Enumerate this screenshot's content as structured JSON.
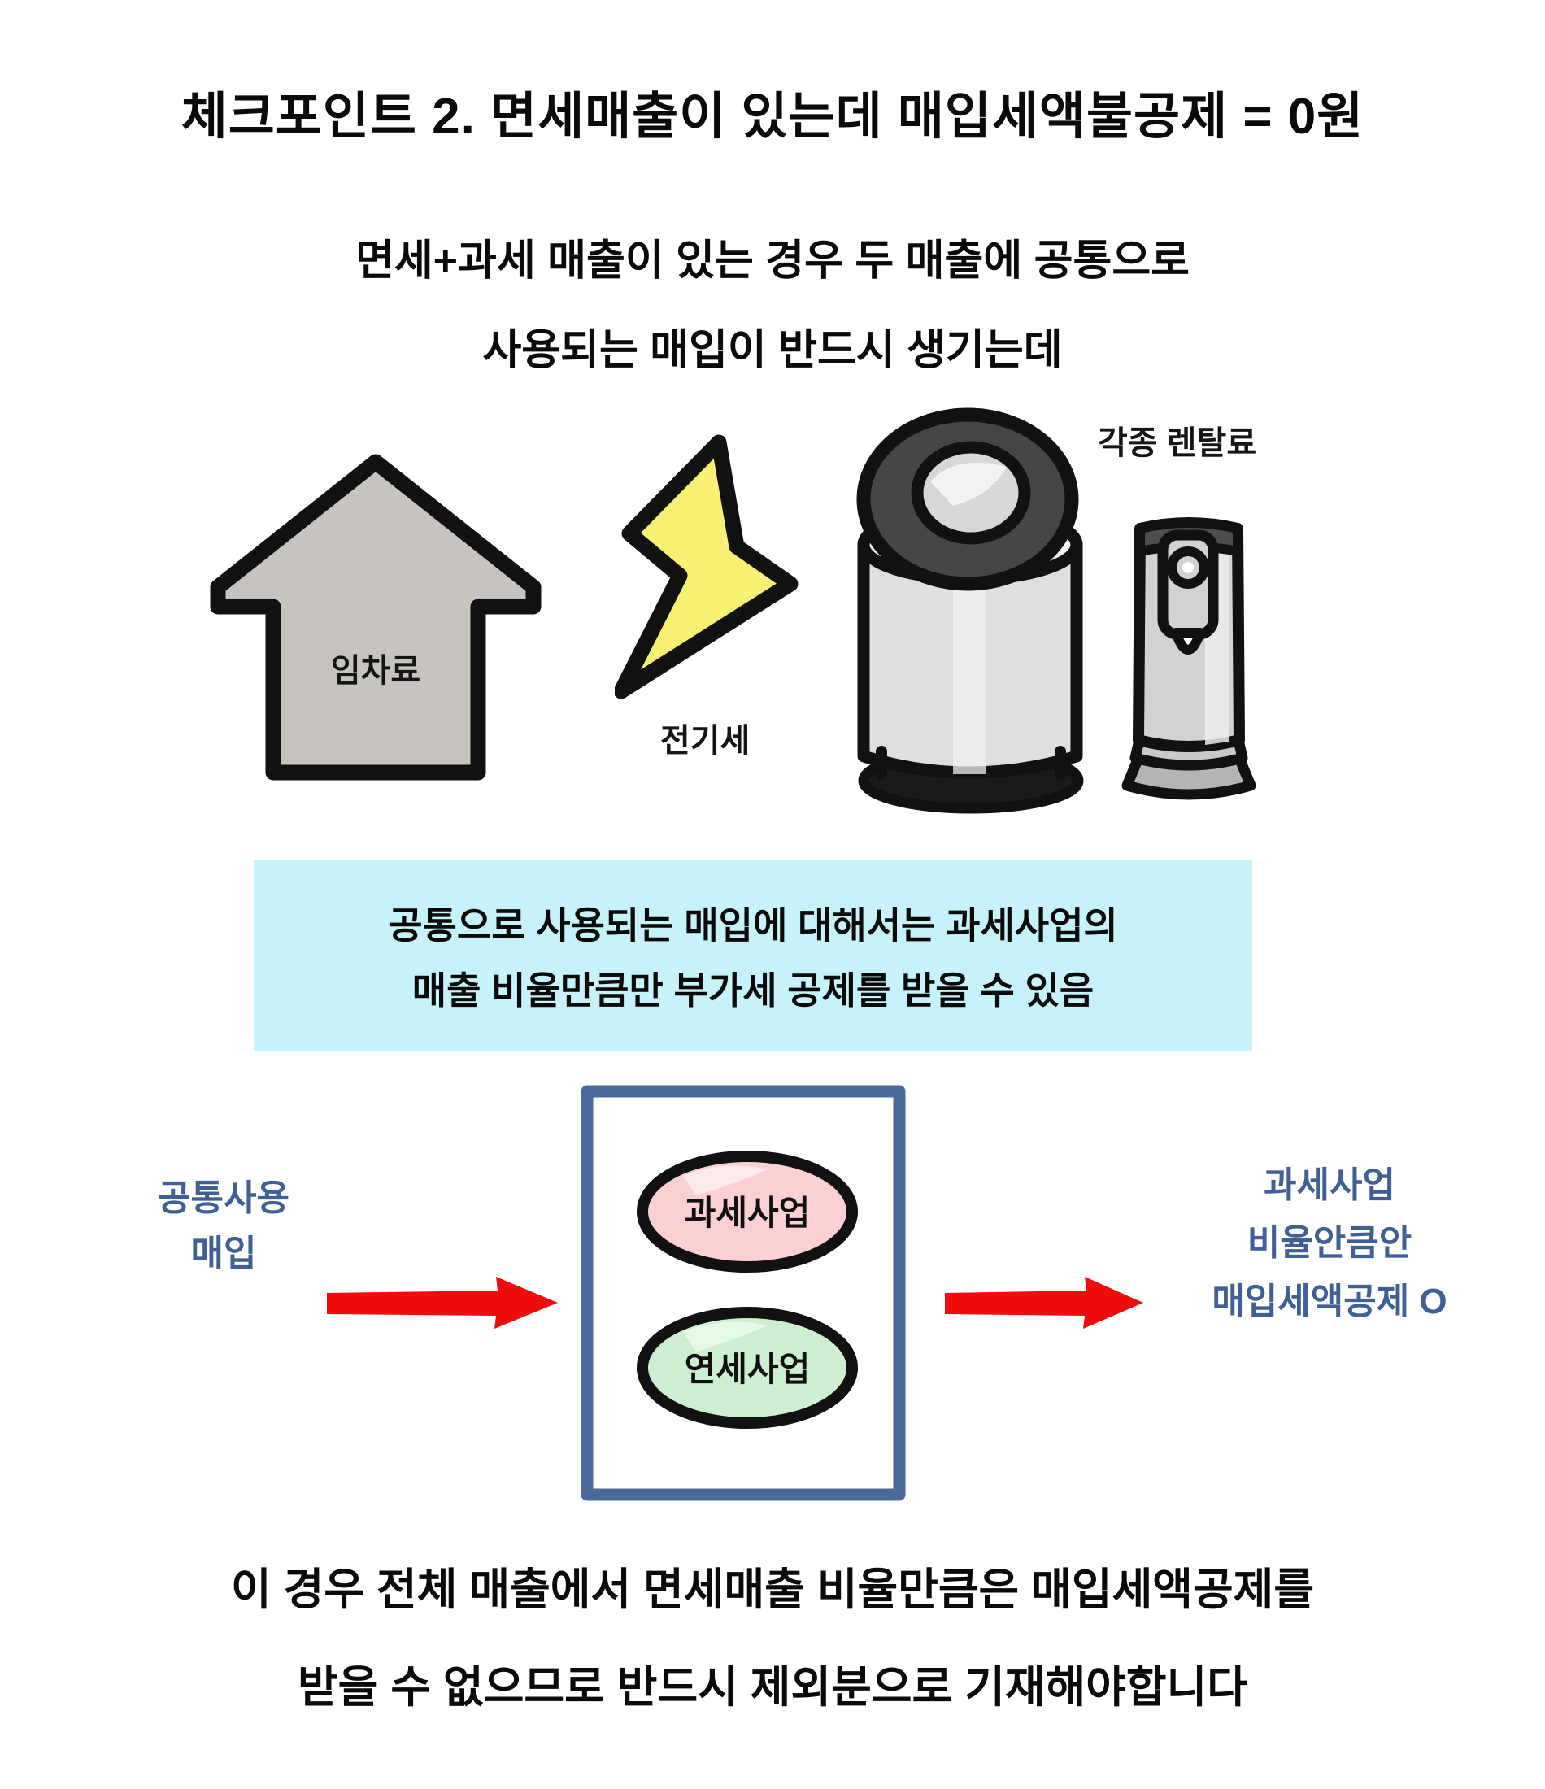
{
  "headline": "체크포인트 2. 면세매출이 있는데 매입세액불공제 = 0원",
  "subtitle": {
    "line1": "면세+과세 매출이 있는 경우 두 매출에 공통으로",
    "line2": "사용되는 매입이 반드시 생기는데"
  },
  "illustration": {
    "house_label": "임차료",
    "bolt_label": "전기세",
    "rental_label": "각종 렌탈료",
    "house_icon": "house-arrow-icon",
    "bolt_icon": "lightning-bolt-icon",
    "purifier_icon": "air-purifier-icon",
    "humidifier_icon": "humidifier-icon"
  },
  "highlight": {
    "line1": "공통으로 사용되는 매입에 대해서는 과세사업의",
    "line2": "매출 비율만큼만 부가세 공제를 받을 수 있음"
  },
  "flow": {
    "left_label_line1": "공통사용",
    "left_label_line2": "매입",
    "box": {
      "taxable_oval": "과세사업",
      "exempt_oval": "연세사업"
    },
    "right_label_line1": "과세사업",
    "right_label_line2": "비율안큼안",
    "right_label_line3": "매입세액공제 O",
    "arrow_left_icon": "right-arrow-icon",
    "arrow_right_icon": "right-arrow-icon"
  },
  "footer": {
    "line1": "이 경우 전체 매출에서 면세매출 비율만큼은 매입세액공제를",
    "line2": "받을 수 없으므로 반드시 제외분으로 기재해야합니다"
  },
  "colors": {
    "background": "#ffffff",
    "ink": "#0a0a0a",
    "highlight_bg": "#c7f2fa",
    "frame_blue": "#4a6a9a",
    "label_blue": "#3e6094",
    "arrow_red": "#f00c0c",
    "house_gray": "#c7c4bf",
    "bolt_yellow": "#f7f072",
    "oval_pink": "#fbd0d2",
    "oval_green": "#cdefd0",
    "appliance_light": "#dcdcdc",
    "appliance_dark": "#464646"
  }
}
